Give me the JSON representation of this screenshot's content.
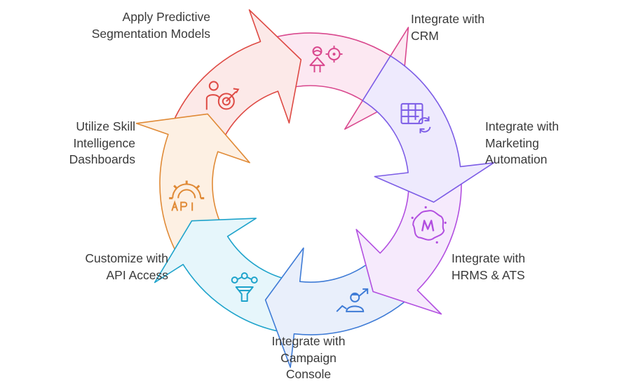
{
  "diagram": {
    "steps": [
      {
        "id": "crm",
        "label_lines": [
          "Integrate with",
          "CRM"
        ],
        "icon": "table-sync-icon",
        "fill": "#EEEAFD",
        "stroke": "#7C5CE6"
      },
      {
        "id": "marketing",
        "label_lines": [
          "Integrate with",
          "Marketing",
          "Automation"
        ],
        "icon": "meetup-badge-icon",
        "fill": "#F6EAFC",
        "stroke": "#B24FE0"
      },
      {
        "id": "hrms",
        "label_lines": [
          "Integrate with",
          "HRMS & ATS"
        ],
        "icon": "person-growth-icon",
        "fill": "#E9EFFB",
        "stroke": "#3E7BD6"
      },
      {
        "id": "campaign",
        "label_lines": [
          "Integrate with",
          "Campaign",
          "Console"
        ],
        "icon": "funnel-network-icon",
        "fill": "#E6F6FB",
        "stroke": "#1EA3CB"
      },
      {
        "id": "api",
        "label_lines": [
          "Customize with",
          "API Access"
        ],
        "icon": "api-gear-icon",
        "fill": "#FDF0E3",
        "stroke": "#E08A36"
      },
      {
        "id": "skill",
        "label_lines": [
          "Utilize Skill",
          "Intelligence",
          "Dashboards"
        ],
        "icon": "person-target-icon",
        "fill": "#FCE9E8",
        "stroke": "#DE4A44"
      },
      {
        "id": "segmentation",
        "label_lines": [
          "Apply Predictive",
          "Segmentation Models"
        ],
        "icon": "person-crosshair-icon",
        "fill": "#FCE8F2",
        "stroke": "#D9488E"
      }
    ]
  }
}
